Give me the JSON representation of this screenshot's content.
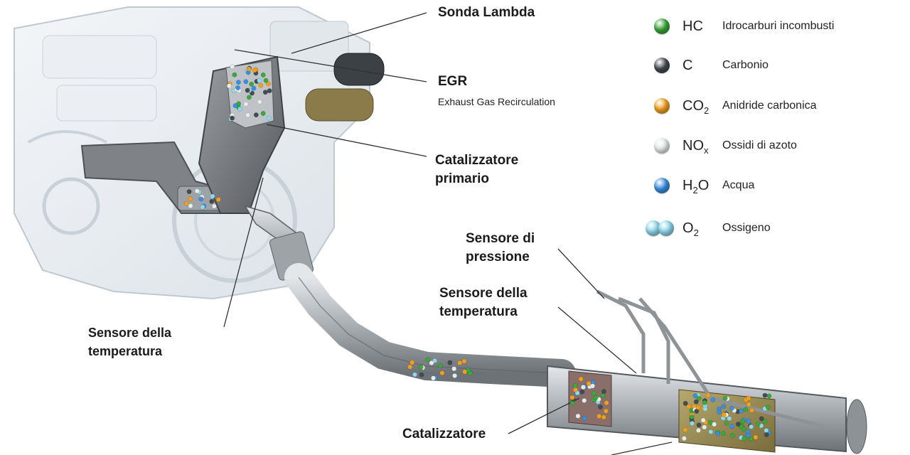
{
  "labels": {
    "lambda_probe": "Sonda Lambda",
    "egr_title": "EGR",
    "egr_subtitle": "Exhaust Gas Recirculation",
    "primary_catalyst_line1": "Catalizzatore",
    "primary_catalyst_line2": "primario",
    "temp_sensor_left_line1": "Sensore della",
    "temp_sensor_left_line2": "temperatura",
    "pressure_sensor_line1": "Sensore di",
    "pressure_sensor_line2": "pressione",
    "temp_sensor_right_line1": "Sensore della",
    "temp_sensor_right_line2": "temperatura",
    "catalyst_bottom": "Catalizzatore"
  },
  "legend": [
    {
      "symbol": "HC",
      "sub": "",
      "description": "Idrocarburi incombusti",
      "color": "#3aa83a",
      "dots": 1
    },
    {
      "symbol": "C",
      "sub": "",
      "description": "Carbonio",
      "color": "#454b52",
      "dots": 1
    },
    {
      "symbol": "CO",
      "sub": "2",
      "description": "Anidride carbonica",
      "color": "#f0a020",
      "dots": 1
    },
    {
      "symbol": "NO",
      "sub": "x",
      "description": "Ossidi di azoto",
      "color": "#e6ece9",
      "dots": 1
    },
    {
      "symbol": "H",
      "sub": "2",
      "symbol_tail": "O",
      "description": "Acqua",
      "color": "#3b8fe0",
      "dots": 1
    },
    {
      "symbol": "O",
      "sub": "2",
      "description": "Ossigeno",
      "color": "#8fd8ea",
      "dots": 2
    }
  ],
  "colors": {
    "leader_line": "#333333",
    "engine_outline": "#c9d2da",
    "pipe_metal": "#a8adb2",
    "catalyst_dark": "#6f7074",
    "filter_gold": "#9a8a55"
  },
  "icons": {
    "engine": "engine-block-illustration",
    "exhaust": "exhaust-system-illustration"
  }
}
